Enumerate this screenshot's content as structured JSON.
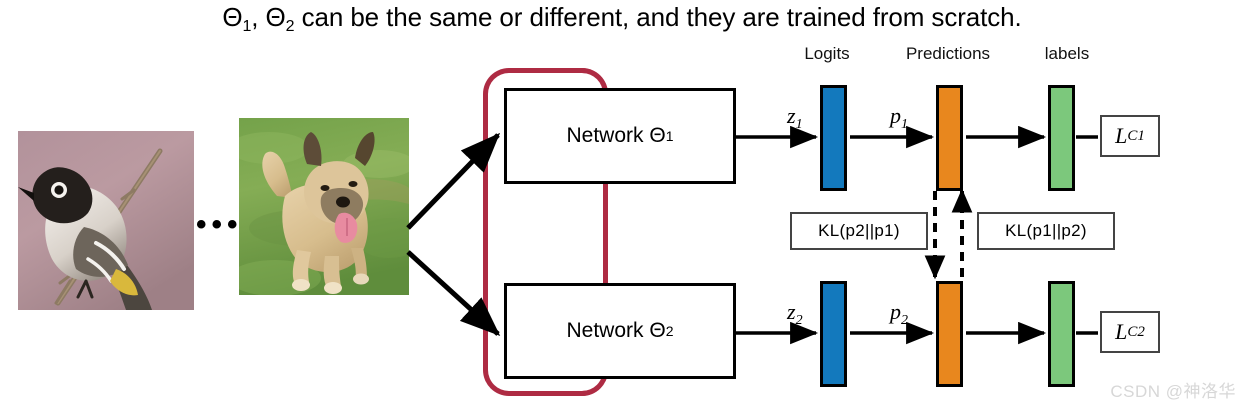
{
  "title": {
    "prefix": "Θ",
    "full": "Θ1, Θ2 can be the same or different, and they are trained from scratch.",
    "seg_theta": "Θ",
    "sub1": "1",
    "mid": ", Θ",
    "sub2": "2",
    "rest": " can be the same or different, and they are trained from scratch."
  },
  "headers": {
    "logits": "Logits",
    "predictions": "Predictions",
    "labels": "labels"
  },
  "inputs": {
    "image1_alt": "bird-photo",
    "image2_alt": "dog-photo",
    "ellipsis": "•••"
  },
  "networks": {
    "top": {
      "name": "Network Θ",
      "sub": "1"
    },
    "bottom": {
      "name": "Network Θ",
      "sub": "2"
    }
  },
  "branches": [
    {
      "logit_label": "z",
      "logit_sub": "1",
      "pred_label": "p",
      "pred_sub": "1",
      "loss_label": "L",
      "loss_sub": "C1"
    },
    {
      "logit_label": "z",
      "logit_sub": "2",
      "pred_label": "p",
      "pred_sub": "2",
      "loss_label": "L",
      "loss_sub": "C2"
    }
  ],
  "kl": {
    "left": "KL(p2||p1)",
    "right": "KL(p1||p2)"
  },
  "colors": {
    "logits_bar": "#1379BD",
    "predictions_bar": "#E8871E",
    "labels_bar": "#7CC87C",
    "group_outline": "#AE2B43",
    "stroke": "#000000",
    "box_border": "#444444"
  },
  "watermark": "CSDN @神洛华"
}
